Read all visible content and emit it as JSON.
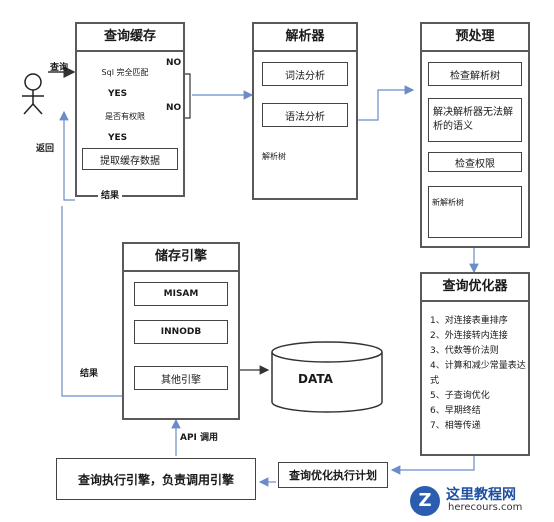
{
  "actor": {
    "query_label": "查询",
    "return_label": "返回",
    "result_label": "结果"
  },
  "query_cache": {
    "title": "查询缓存",
    "decision1": "Sql 完全匹配",
    "decision2": "是否有权限",
    "yes1": "YES",
    "no1": "NO",
    "yes2": "YES",
    "no2": "NO",
    "fetch": "提取缓存数据"
  },
  "parser": {
    "title": "解析器",
    "step1": "词法分析",
    "step2": "语法分析",
    "tree_label": "解析树"
  },
  "preprocessor": {
    "title": "预处理",
    "step1": "检查解析树",
    "step2": "解决解析器无法解析的语义",
    "step3": "检查权限",
    "tree_label": "新解析树"
  },
  "storage": {
    "title": "储存引擎",
    "engines": [
      "MISAM",
      "INNODB",
      "其他引擎"
    ],
    "data_label": "DATA",
    "result_label": "结果",
    "api_label": "API 调用"
  },
  "optimizer": {
    "title": "查询优化器",
    "items": [
      "1、对连接表重排序",
      "2、外连接转内连接",
      "3、代数等价法则",
      "4、计算和减少常量表达式",
      "5、子查询优化",
      "6、早期终结",
      "7、相等传递"
    ]
  },
  "plan": {
    "label": "查询优化执行计划"
  },
  "executor": {
    "label": "查询执行引擎，负责调用引擎"
  },
  "watermark": {
    "title": "这里教程网",
    "url": "herecours.com"
  }
}
